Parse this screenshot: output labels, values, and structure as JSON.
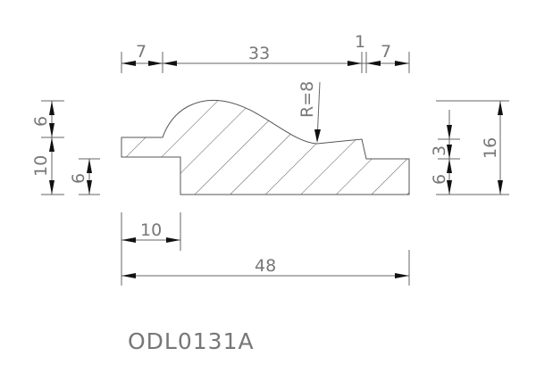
{
  "drawing": {
    "part_name": "ODL0131A",
    "top_dims": {
      "left": "7",
      "middle": "33",
      "gap": "1",
      "right": "7"
    },
    "left_dims": {
      "upper": "6",
      "lower": "10",
      "inner": "6"
    },
    "right_dims": {
      "upper": "3",
      "lower": "6",
      "total": "16"
    },
    "bottom_dims": {
      "step": "10",
      "total": "48"
    },
    "radius_label": "R=8"
  }
}
